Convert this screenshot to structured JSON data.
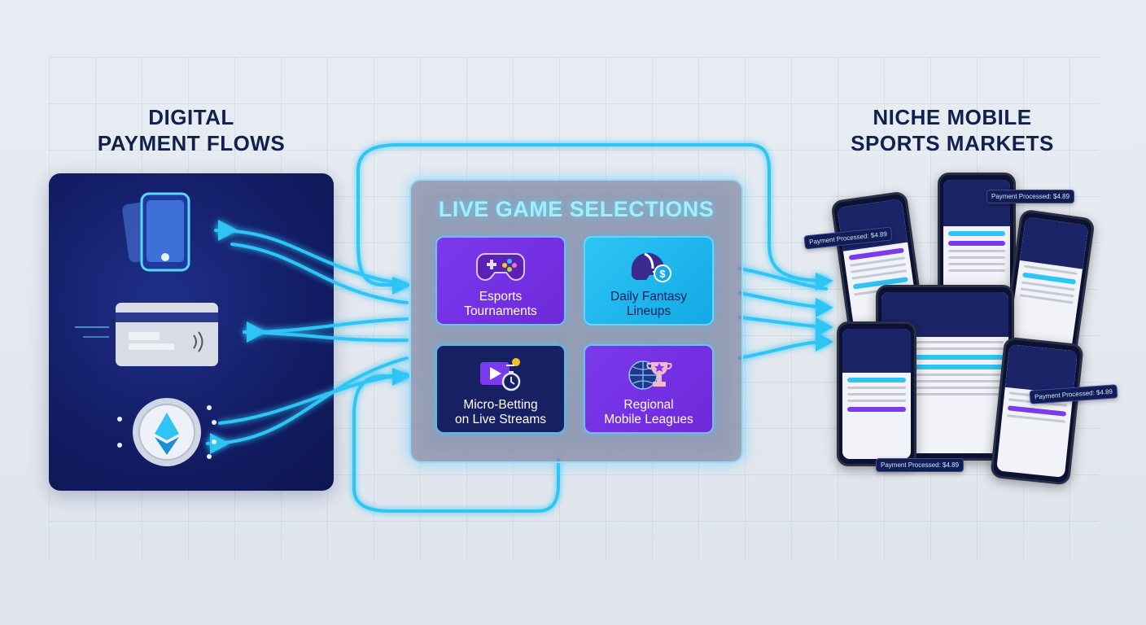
{
  "left_title": "DIGITAL\nPAYMENT FLOWS",
  "right_title": "NICHE MOBILE\nSPORTS MARKETS",
  "hub_title": "LIVE GAME SELECTIONS",
  "tiles": [
    {
      "label": "Esports\nTournaments",
      "icon": "gamepad-icon"
    },
    {
      "label": "Daily Fantasy\nLineups",
      "icon": "football-helmet-dollar-icon"
    },
    {
      "label": "Micro-Betting\non Live Streams",
      "icon": "video-stopwatch-icon"
    },
    {
      "label": "Regional\nMobile Leagues",
      "icon": "globe-trophy-icon"
    }
  ],
  "payment_icons": [
    "smartphone-icon",
    "credit-card-icon",
    "ethereum-coin-icon"
  ],
  "toasts": [
    "Payment Processed: $4.89",
    "Payment Processed: $4.89",
    "Payment Processed: $4.89",
    "Payment Processed: $4.89"
  ],
  "colors": {
    "navy": "#121c63",
    "cyan_flow": "#2ec5f5",
    "purple": "#7c3aed",
    "heading": "#13204d"
  }
}
